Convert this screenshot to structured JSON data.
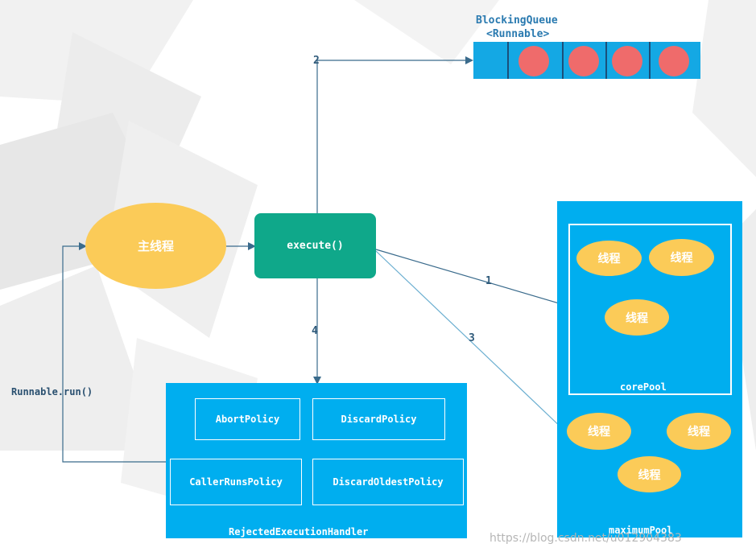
{
  "blocking_queue": {
    "title_line1": "BlockingQueue",
    "title_line2": "<Runnable>",
    "task_color": "#ef6b6b",
    "color": "#14a8e4"
  },
  "main_thread": {
    "label": "主线程",
    "color": "#fbcb58"
  },
  "execute": {
    "label": "execute()",
    "color": "#0fa88a"
  },
  "thread_pool": {
    "color": "#00aeef",
    "core_pool": {
      "label": "corePool",
      "threads": [
        "线程",
        "线程",
        "线程"
      ]
    },
    "maximum_pool": {
      "label": "maximumPool",
      "threads": [
        "线程",
        "线程",
        "线程"
      ]
    }
  },
  "rejected_handler": {
    "label": "RejectedExecutionHandler",
    "policies": [
      "AbortPolicy",
      "DiscardPolicy",
      "CallerRunsPolicy",
      "DiscardOldestPolicy"
    ]
  },
  "edges": {
    "to_queue": "2",
    "to_core": "1",
    "to_max": "3",
    "to_handler": "4",
    "back_to_main": "Runnable.run()"
  },
  "watermark": "https://blog.csdn.net/u012904383"
}
